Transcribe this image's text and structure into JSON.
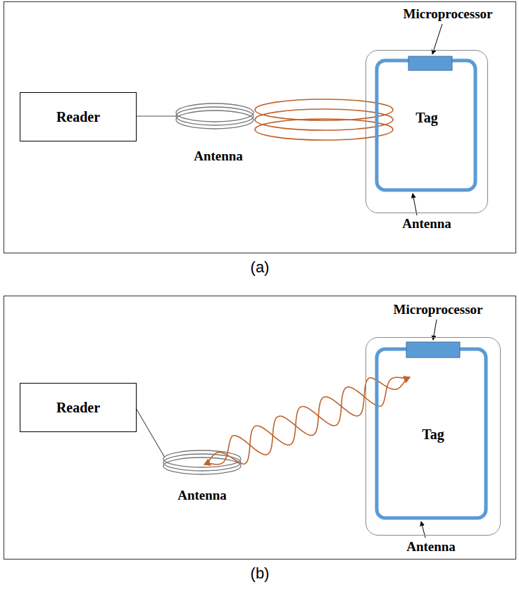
{
  "diagram": {
    "nodes": [
      {
        "text": [
          "(a)"
        ]
      },
      {
        "text": [
          "Reader"
        ],
        "in": 0
      },
      {
        "text": [
          "Tag"
        ],
        "in": 0
      },
      {
        "text": [
          "(b)"
        ]
      },
      {
        "text": [
          "Reader"
        ],
        "in": 3
      },
      {
        "text": [
          "Tag"
        ],
        "in": 3
      }
    ],
    "labels": [
      "Microprocessor",
      "Antenna",
      "Antenna",
      "Microprocessor",
      "Antenna",
      "Antenna"
    ]
  }
}
